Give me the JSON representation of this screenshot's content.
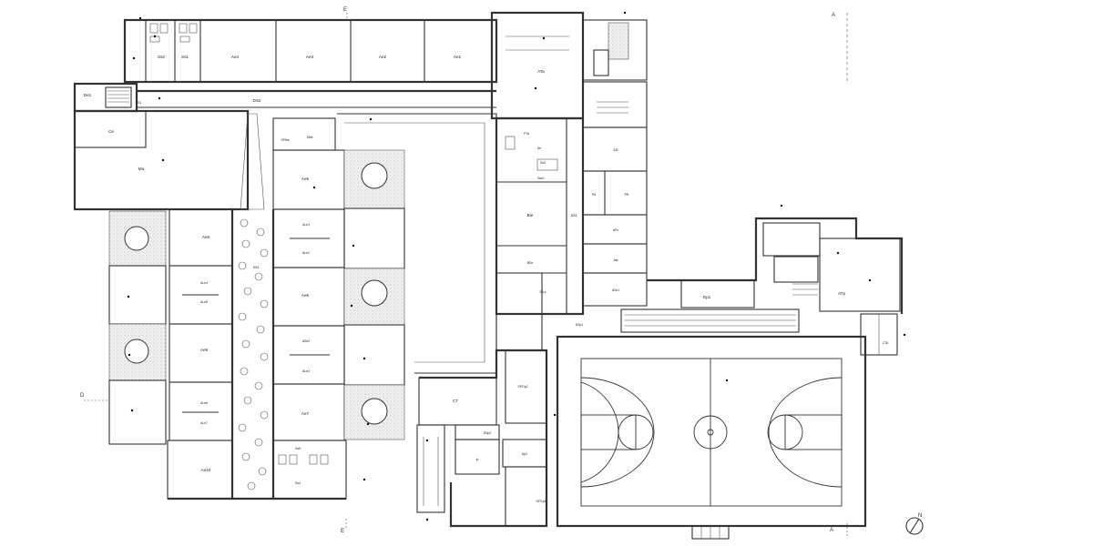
{
  "room_labels": [
    {
      "id": "Ss2",
      "text": "Ss2"
    },
    {
      "id": "Ss1",
      "text": "Ss1"
    },
    {
      "id": "Ae4",
      "text": "Ae4"
    },
    {
      "id": "Ae3",
      "text": "Ae3"
    },
    {
      "id": "Ae2",
      "text": "Ae2"
    },
    {
      "id": "Ae1",
      "text": "Ae1"
    },
    {
      "id": "ATa",
      "text": "ATa"
    },
    {
      "id": "De1",
      "text": "De1"
    },
    {
      "id": "DS1",
      "text": "DS1"
    },
    {
      "id": "DS2",
      "text": "DS2"
    },
    {
      "id": "Ce",
      "text": "Ce"
    },
    {
      "id": "Ma",
      "text": "Ma"
    },
    {
      "id": "SPMe",
      "text": "SPMe"
    },
    {
      "id": "SMe",
      "text": "SMe"
    },
    {
      "id": "PTa",
      "text": "PTa"
    },
    {
      "id": "De",
      "text": "De"
    },
    {
      "id": "Ss3",
      "text": "Ss3"
    },
    {
      "id": "Sse1",
      "text": "Sse1"
    },
    {
      "id": "Le",
      "text": "Le"
    },
    {
      "id": "PA",
      "text": "PA"
    },
    {
      "id": "PR",
      "text": "PR"
    },
    {
      "id": "Ae5",
      "text": "Ae5"
    },
    {
      "id": "Ae8",
      "text": "Ae8"
    },
    {
      "id": "ALe1",
      "text": "ALe1"
    },
    {
      "id": "ALe2",
      "text": "ALe2"
    },
    {
      "id": "Bie",
      "text": "Bie"
    },
    {
      "id": "DS4",
      "text": "DS4"
    },
    {
      "id": "AFe",
      "text": "AFe"
    },
    {
      "id": "Ate",
      "text": "Ate"
    },
    {
      "id": "DS3",
      "text": "DS3"
    },
    {
      "id": "ALe4",
      "text": "ALe4"
    },
    {
      "id": "ALe5",
      "text": "ALe5"
    },
    {
      "id": "Ae6",
      "text": "Ae6"
    },
    {
      "id": "BSe",
      "text": "BSe"
    },
    {
      "id": "SAp",
      "text": "SA p"
    },
    {
      "id": "ASe1",
      "text": "ASe1"
    },
    {
      "id": "Dp1",
      "text": "Dp1"
    },
    {
      "id": "ATp",
      "text": "ATp"
    },
    {
      "id": "DSp1",
      "text": "DSp1"
    },
    {
      "id": "Ae9",
      "text": "Ae9"
    },
    {
      "id": "ASe2",
      "text": "ASe2"
    },
    {
      "id": "ALe3",
      "text": "ALe3"
    },
    {
      "id": "CTA",
      "text": "CTA"
    },
    {
      "id": "SPGp2",
      "text": "SPGp2"
    },
    {
      "id": "CT",
      "text": "CT"
    },
    {
      "id": "ALe6",
      "text": "ALe6"
    },
    {
      "id": "ALe7",
      "text": "ALe7"
    },
    {
      "id": "Ae7",
      "text": "Ae7"
    },
    {
      "id": "DSp2",
      "text": "DSp2"
    },
    {
      "id": "Dp2",
      "text": "Dp2"
    },
    {
      "id": "Ss5",
      "text": "Ss5"
    },
    {
      "id": "Ss4",
      "text": "Ss4"
    },
    {
      "id": "Ae10",
      "text": "Ae10"
    },
    {
      "id": "Ip",
      "text": "Ip"
    },
    {
      "id": "SPGp1",
      "text": "SPGp1"
    }
  ],
  "section_marks": [
    {
      "id": "E_top",
      "text": "E"
    },
    {
      "id": "A_top",
      "text": "A"
    },
    {
      "id": "D_left",
      "text": "D"
    },
    {
      "id": "E_bottom",
      "text": "E"
    },
    {
      "id": "A_bottom",
      "text": "A"
    }
  ],
  "north_label": "N"
}
